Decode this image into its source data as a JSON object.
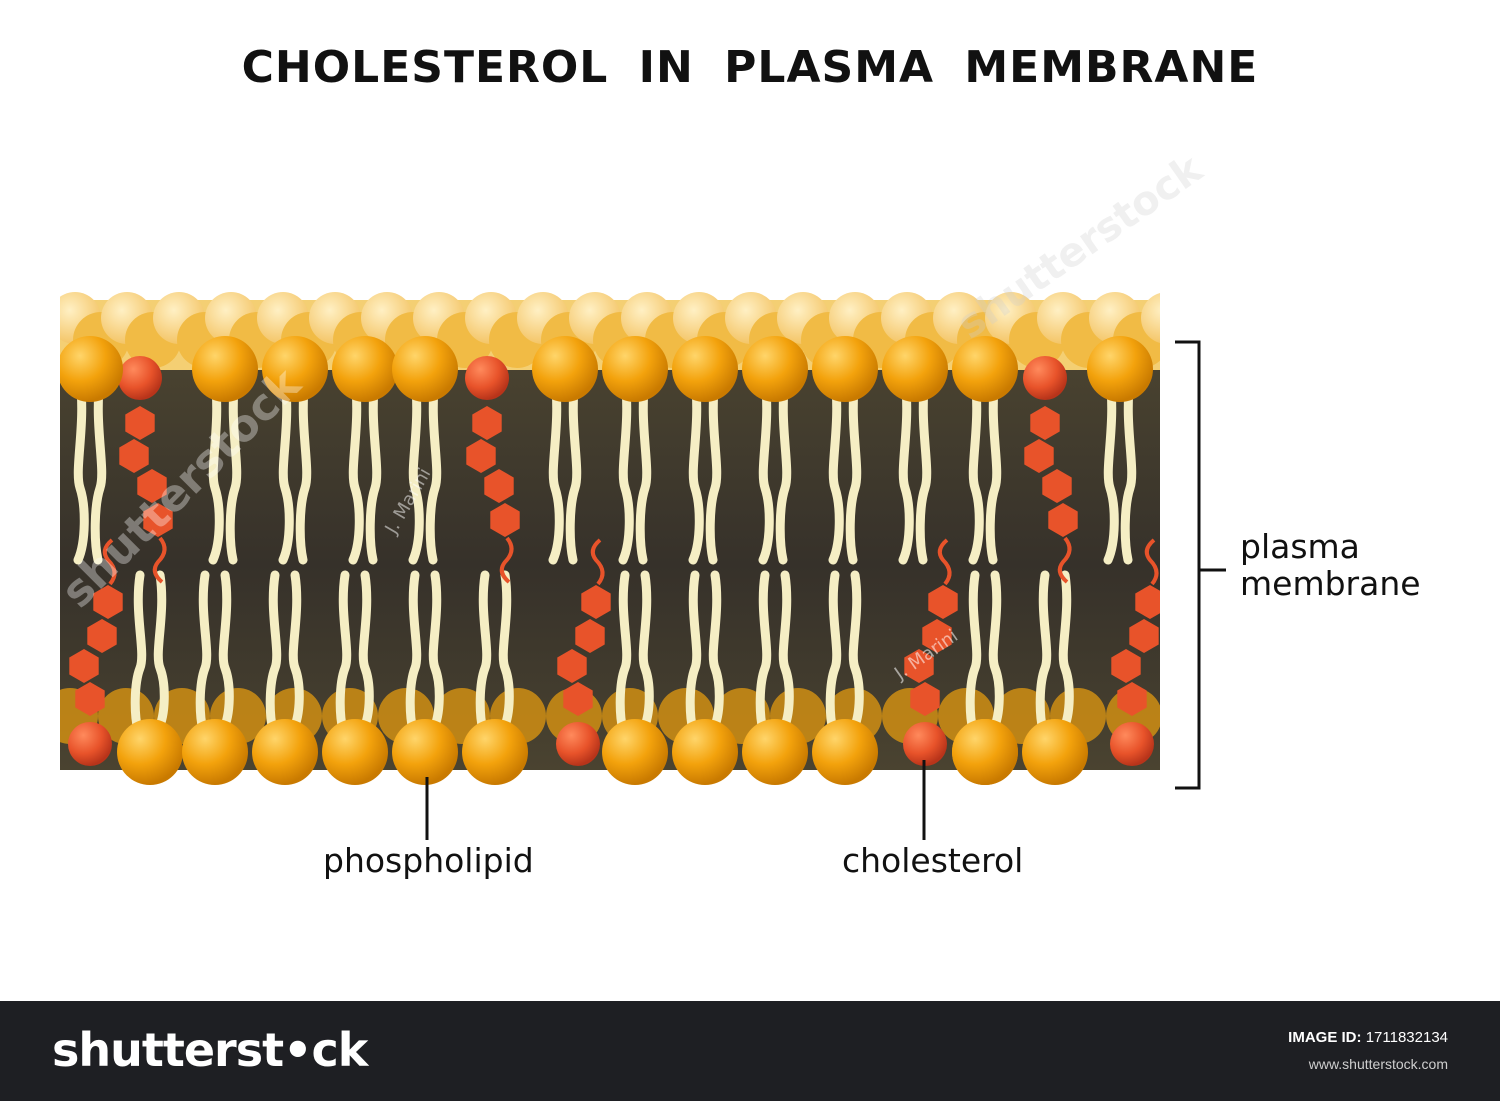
{
  "title": "CHOLESTEROL IN PLASMA MEMBRANE",
  "labels": {
    "phospholipid": "phospholipid",
    "cholesterol": "cholesterol",
    "membrane_line1": "plasma",
    "membrane_line2": "membrane"
  },
  "watermark": {
    "author": "J. Marini",
    "brand": "shutterstock"
  },
  "footer": {
    "brand": "shutterst•ck",
    "image_id_label": "IMAGE ID:",
    "image_id": "1711832134",
    "site": "www.shutterstock.com"
  },
  "colors": {
    "head": "#f3a20c",
    "head_back": "#f7c766",
    "cholesterol": "#e8532a",
    "tail": "#f5eec4",
    "core": "#3f3a2a",
    "footer_bg": "#1e1f23"
  }
}
